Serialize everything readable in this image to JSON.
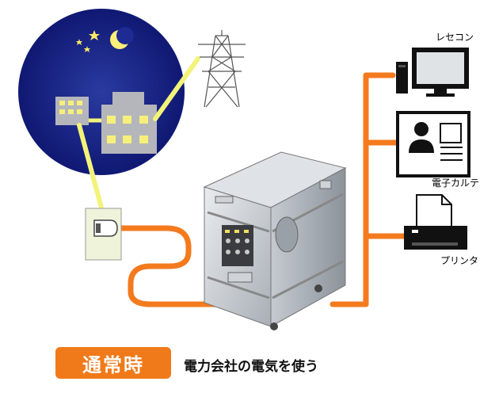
{
  "labels": {
    "pc": "レセコン",
    "chart": "電子カルテ",
    "printer": "プリンタ"
  },
  "mode_badge": "通常時",
  "caption": "電力会社の電気を使う",
  "colors": {
    "orange_cable": "#f47a1e",
    "yellow_line": "#f3f37a",
    "night_sky": "#0f1a78",
    "badge": "#f07a1a"
  },
  "icons": [
    "moon-icon",
    "star-icon",
    "building-icon",
    "power-tower-icon",
    "wall-outlet-icon",
    "ups-case-icon",
    "computer-icon",
    "medical-chart-icon",
    "printer-icon"
  ]
}
